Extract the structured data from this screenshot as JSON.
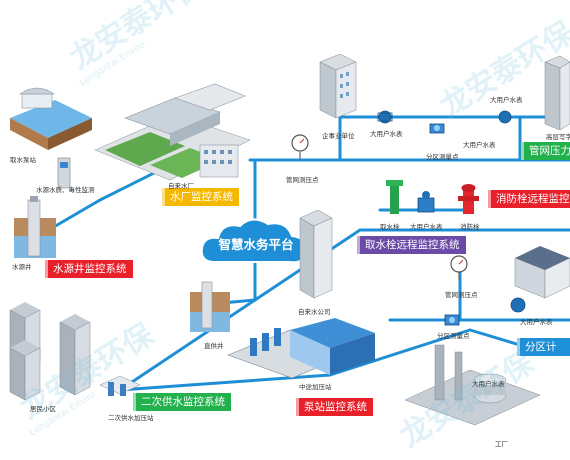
{
  "colors": {
    "pipe": "#1e8fd6",
    "green_tag": "#22b14c",
    "yellow_tag": "#f5b800",
    "red_tag": "#e8202a",
    "purple_tag": "#6b4aa8",
    "blue_tag": "#1e90d8",
    "cloud": "#1e8fd6"
  },
  "watermark": {
    "text": "龙安泰环保",
    "sub": "Longantai Enviro"
  },
  "platform": {
    "title": "智慧水务平台"
  },
  "systems": {
    "water_plant": "水厂监控系统",
    "well": "水源井监控系统",
    "secondary_supply": "二次供水监控系统",
    "pump_station": "泵站监控系统",
    "hydrant_intake": "取水栓远程监控系统",
    "pressure": "管网压力",
    "fire_hydrant": "消防栓远程监控",
    "district_metering": "分区计"
  },
  "labels": {
    "intake_station": "取水泵站",
    "quality_monitor": "水源水质、毒性监测",
    "water_plant": "自来水厂",
    "well": "水源井",
    "enterprise": "企事业单位",
    "big_meter_1": "大用户水表",
    "big_meter_2": "大用户水表",
    "big_meter_3": "大用户水表",
    "big_meter_4": "大用户水表",
    "big_meter_5": "大用户水表",
    "district_meter_1": "分区测量点",
    "district_meter_2": "分区测量点",
    "pressure_point_1": "管网测压点",
    "pressure_point_2": "管网测压点",
    "intake_hydrant": "取水栓",
    "big_user_meter_center": "大用户水表",
    "fire_hydrant": "消防栓",
    "high_rise": "高层写字",
    "water_company": "自来水公司",
    "direct_well": "直供井",
    "residential": "居民小区",
    "secondary_station": "二次供水加压站",
    "booster_station": "中途加压站",
    "factory": "工厂"
  }
}
